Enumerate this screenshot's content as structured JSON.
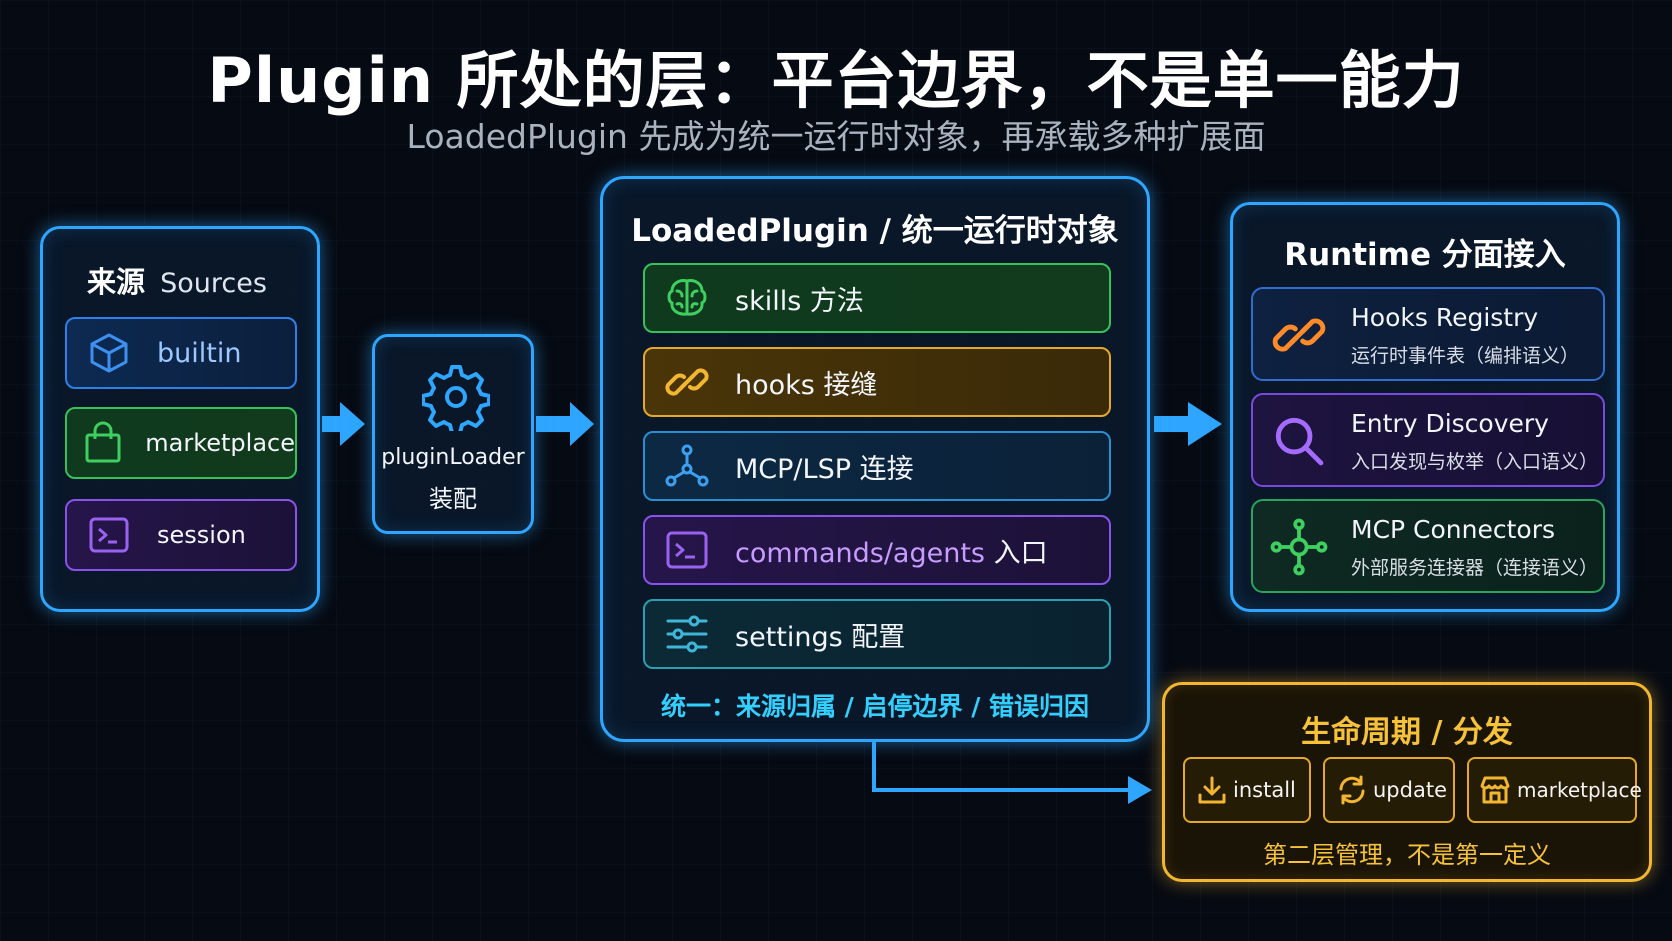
{
  "title": "Plugin 所处的层：平台边界，不是单一能力",
  "subtitle": "LoadedPlugin 先成为统一运行时对象，再承载多种扩展面",
  "sources": {
    "title_cn": "来源",
    "title_en": "Sources",
    "items": [
      {
        "label": "builtin",
        "icon": "cube-icon"
      },
      {
        "label": "marketplace",
        "icon": "shopping-bag-icon"
      },
      {
        "label": "session",
        "icon": "terminal-icon"
      }
    ]
  },
  "loader": {
    "line1": "pluginLoader",
    "line2": "装配",
    "icon": "gear-icon"
  },
  "loaded": {
    "title": "LoadedPlugin / 统一运行时对象",
    "items": [
      {
        "label": "skills 方法",
        "icon": "brain-icon"
      },
      {
        "label": "hooks 接缝",
        "icon": "link-icon"
      },
      {
        "label": "MCP/LSP 连接",
        "icon": "network-icon"
      },
      {
        "label_a": "commands/agents",
        "label_b": " 入口",
        "icon": "terminal-icon"
      },
      {
        "label": "settings 配置",
        "icon": "sliders-icon"
      }
    ],
    "footer": "统一：来源归属 / 启停边界 / 错误归因"
  },
  "runtime": {
    "title": "Runtime 分面接入",
    "items": [
      {
        "title": "Hooks Registry",
        "desc": "运行时事件表（编排语义）",
        "icon": "link-icon"
      },
      {
        "title": "Entry Discovery",
        "desc": "入口发现与枚举（入口语义）",
        "icon": "search-icon"
      },
      {
        "title": "MCP Connectors",
        "desc": "外部服务连接器（连接语义）",
        "icon": "network-icon"
      }
    ]
  },
  "lifecycle": {
    "title": "生命周期 / 分发",
    "buttons": [
      {
        "label": "install",
        "icon": "download-icon"
      },
      {
        "label": "update",
        "icon": "refresh-icon"
      },
      {
        "label": "marketplace",
        "icon": "store-icon"
      }
    ],
    "footer": "第二层管理，不是第一定义"
  },
  "colors": {
    "blue": "#2ea6ff",
    "gold": "#f2b631",
    "green": "#38c05a",
    "purple": "#8a52e8",
    "cyan": "#33d0ff"
  }
}
